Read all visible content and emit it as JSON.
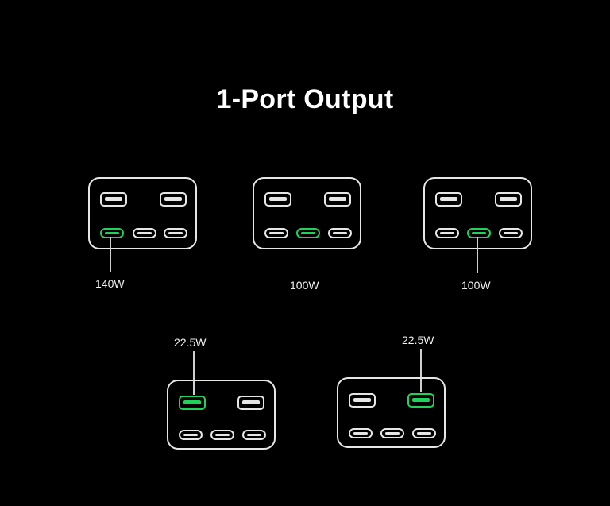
{
  "title": "1-Port Output",
  "colors": {
    "background": "#000000",
    "outline": "#e6e6e6",
    "active_port": "#1fd35a"
  },
  "configurations": [
    {
      "active_port": "usb-c-1",
      "output": "140W"
    },
    {
      "active_port": "usb-c-2",
      "output": "100W"
    },
    {
      "active_port": "usb-c-2",
      "output": "100W"
    },
    {
      "active_port": "usb-a-1",
      "output": "22.5W"
    },
    {
      "active_port": "usb-a-2",
      "output": "22.5W"
    }
  ]
}
